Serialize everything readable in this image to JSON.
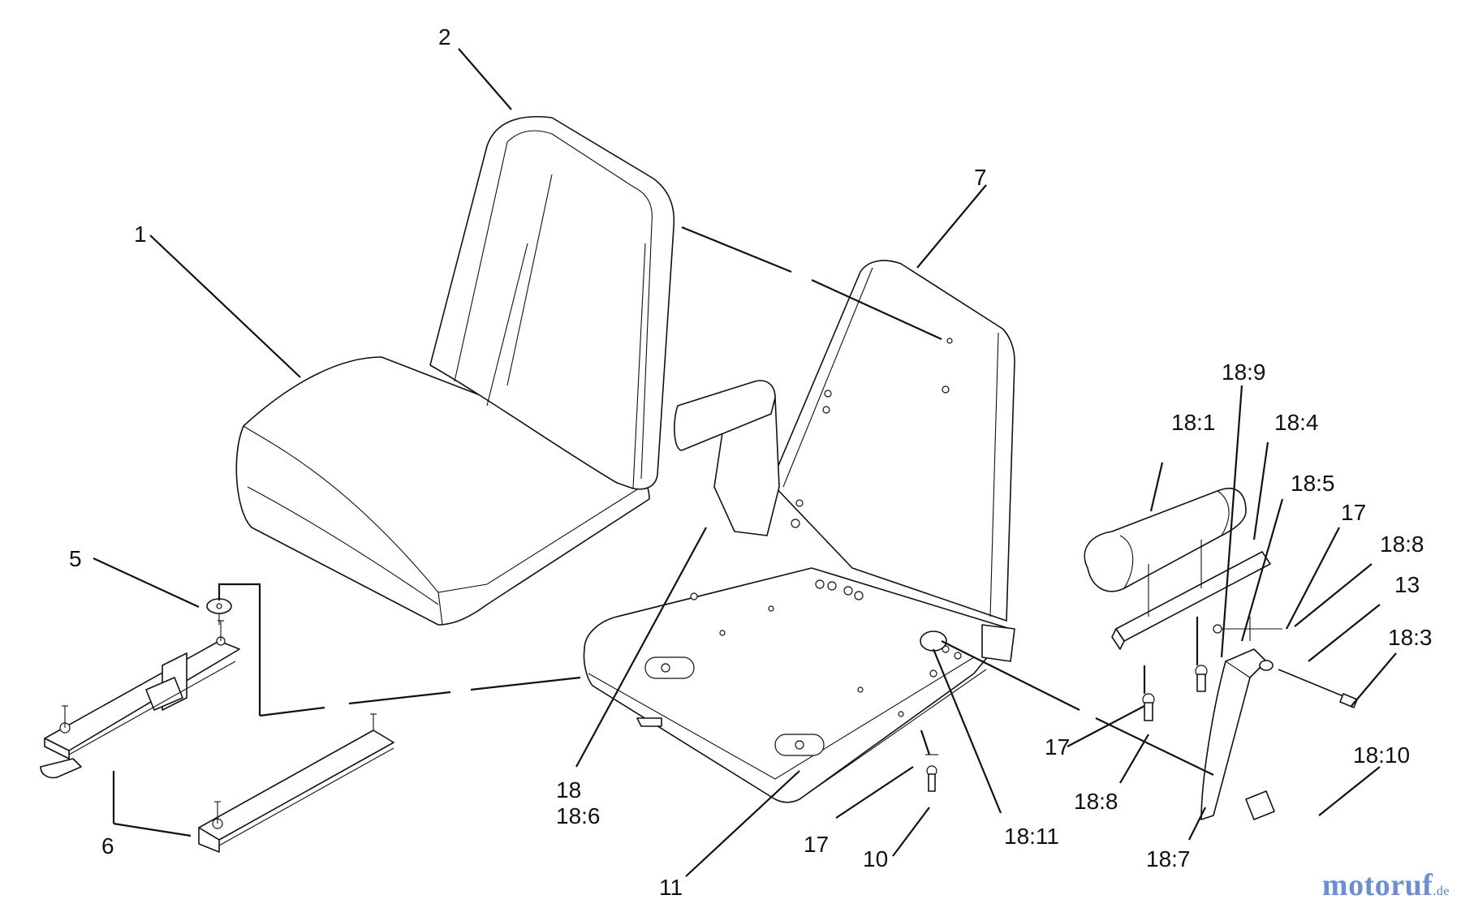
{
  "diagram": {
    "callouts": [
      {
        "id": "c1",
        "text": "1"
      },
      {
        "id": "c2",
        "text": "2"
      },
      {
        "id": "c5",
        "text": "5"
      },
      {
        "id": "c6",
        "text": "6"
      },
      {
        "id": "c7",
        "text": "7"
      },
      {
        "id": "c10",
        "text": "10"
      },
      {
        "id": "c11",
        "text": "11"
      },
      {
        "id": "c13",
        "text": "13"
      },
      {
        "id": "c17a",
        "text": "17"
      },
      {
        "id": "c17b",
        "text": "17"
      },
      {
        "id": "c17c",
        "text": "17"
      },
      {
        "id": "c18",
        "text": "18"
      },
      {
        "id": "c18_6",
        "text": "18:6"
      },
      {
        "id": "c18_1",
        "text": "18:1"
      },
      {
        "id": "c18_3",
        "text": "18:3"
      },
      {
        "id": "c18_4",
        "text": "18:4"
      },
      {
        "id": "c18_5",
        "text": "18:5"
      },
      {
        "id": "c18_7",
        "text": "18:7"
      },
      {
        "id": "c18_8a",
        "text": "18:8"
      },
      {
        "id": "c18_8b",
        "text": "18:8"
      },
      {
        "id": "c18_9",
        "text": "18:9"
      },
      {
        "id": "c18_10",
        "text": "18:10"
      },
      {
        "id": "c18_11",
        "text": "18:11"
      }
    ]
  },
  "watermark": {
    "main": "motoruf",
    "tld": ".de"
  }
}
